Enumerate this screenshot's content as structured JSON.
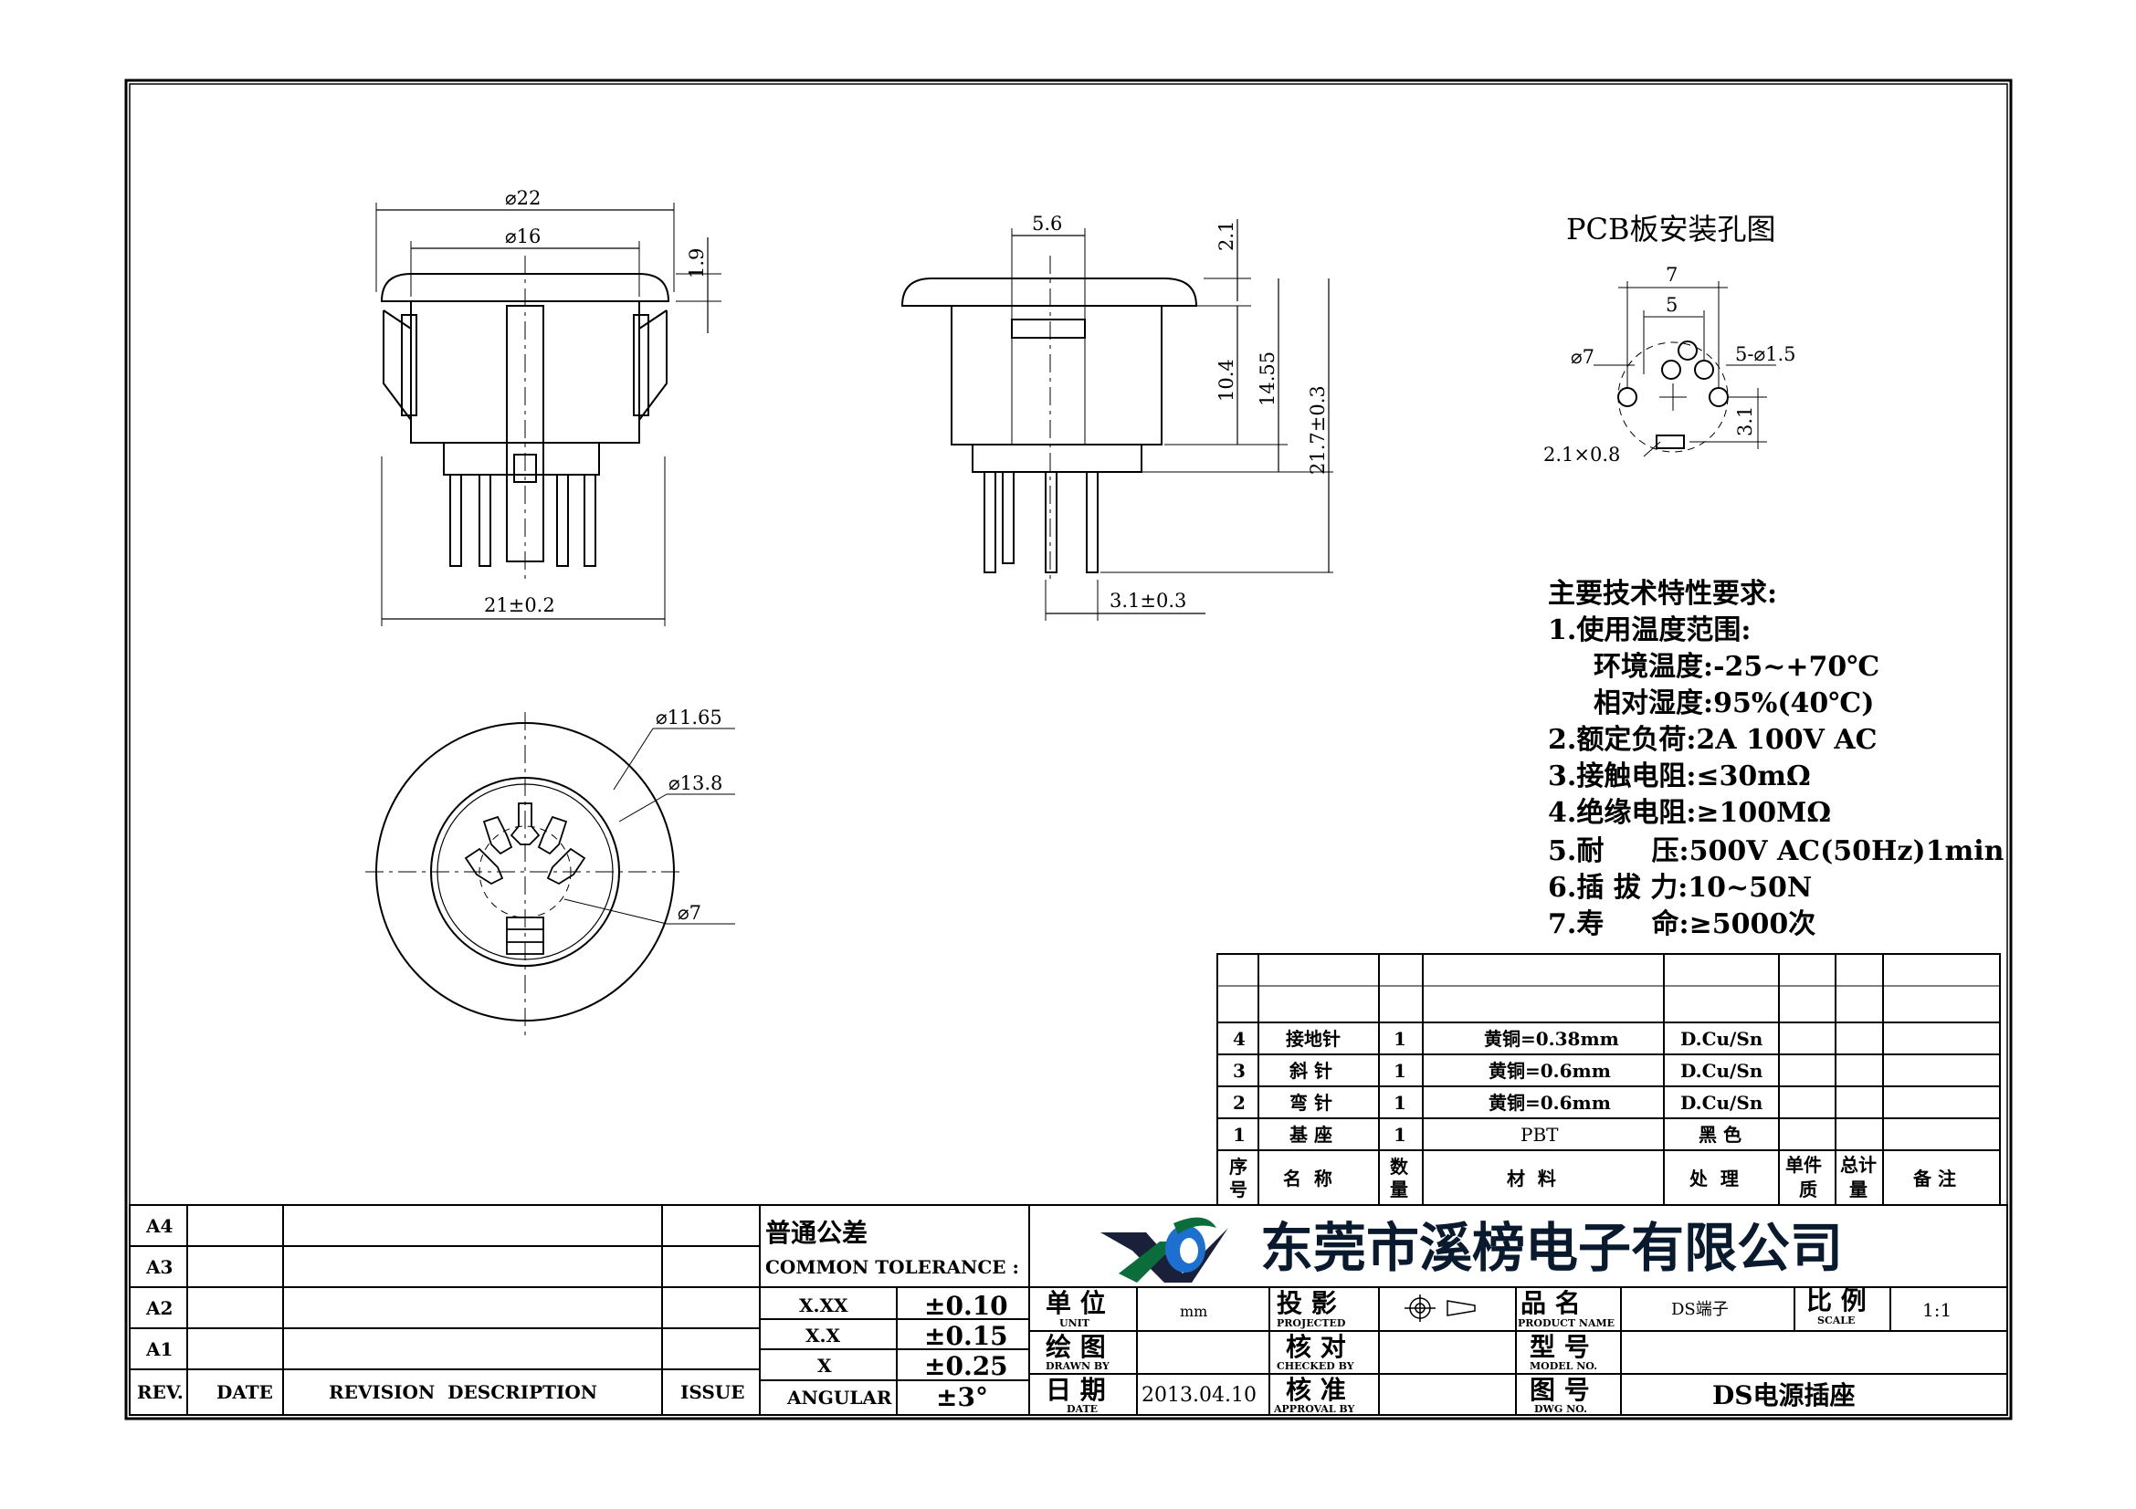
{
  "views": {
    "front": {
      "d_outer": "⌀22",
      "d_inner": "⌀16",
      "flange": "1.9",
      "width": "21±0.2"
    },
    "side": {
      "pin_gap": "5.6",
      "top": "2.1",
      "body": "10.4",
      "overall": "14.55",
      "total": "21.7±0.3",
      "pin_len": "3.1±0.3"
    },
    "bottom": {
      "d1": "⌀11.65",
      "d2": "⌀13.8",
      "d3": "⌀7"
    }
  },
  "pcb": {
    "title": "PCB板安装孔图",
    "w7": "7",
    "w5": "5",
    "d7": "⌀7",
    "holes": "5-⌀1.5",
    "h31": "3.1",
    "slot": "2.1×0.8"
  },
  "specs": {
    "title": "主要技术特性要求:",
    "lines": [
      "1.使用温度范围:",
      "环境温度:-25~+70℃",
      "相对湿度:95%(40℃)",
      "2.额定负荷:2A 100V AC",
      "3.接触电阻:≤30mΩ",
      "4.绝缘电阻:≥100MΩ",
      "5.耐     压:500V AC(50Hz)1min",
      "6.插 拔 力:10~50N",
      "7.寿     命:≥5000次"
    ]
  },
  "bom": {
    "rows": [
      {
        "no": "4",
        "name": "接地针",
        "qty": "1",
        "mat": "黄铜=0.38mm",
        "finish": "D.Cu/Sn"
      },
      {
        "no": "3",
        "name": "斜 针",
        "qty": "1",
        "mat": "黄铜=0.6mm",
        "finish": "D.Cu/Sn"
      },
      {
        "no": "2",
        "name": "弯 针",
        "qty": "1",
        "mat": "黄铜=0.6mm",
        "finish": "D.Cu/Sn"
      },
      {
        "no": "1",
        "name": "基 座",
        "qty": "1",
        "mat": "PBT",
        "finish": "黑 色"
      }
    ],
    "header": {
      "no1": "序",
      "no2": "号",
      "name": "名  称",
      "qty1": "数",
      "qty2": "量",
      "mat": "材  料",
      "finish": "处  理",
      "w1": "单件",
      "w2": "质",
      "tot1": "总计",
      "tot2": "量",
      "note": "备 注"
    }
  },
  "revision": {
    "rows": [
      "A4",
      "A3",
      "A2",
      "A1"
    ],
    "rev": "REV.",
    "date": "DATE",
    "desc": "REVISION  DESCRIPTION",
    "issue": "ISSUE"
  },
  "tolerance": {
    "title": "普通公差",
    "subtitle": "COMMON TOLERANCE :",
    "rows": [
      {
        "k": "X.XX",
        "v": "±0.10"
      },
      {
        "k": "X.X",
        "v": "±0.15"
      },
      {
        "k": "X",
        "v": "±0.25"
      },
      {
        "k": "ANGULAR",
        "v": "±3°"
      }
    ]
  },
  "company": "东莞市溪榜电子有限公司",
  "titleblock": {
    "unit_cn": "单 位",
    "unit_en": "UNIT",
    "unit_val": "mm",
    "proj_cn": "投 影",
    "proj_en": "PROJECTED",
    "name_cn": "品 名",
    "name_en": "PRODUCT NAME",
    "name_val": "DS端子",
    "scale_cn": "比 例",
    "scale_en": "SCALE",
    "scale_val": "1:1",
    "drawn_cn": "绘 图",
    "drawn_en": "DRAWN BY",
    "check_cn": "核 对",
    "check_en": "CHECKED BY",
    "model_cn": "型 号",
    "model_en": "MODEL NO.",
    "date_cn": "日 期",
    "date_en": "DATE",
    "date_val": "2013.04.10",
    "appr_cn": "核 准",
    "appr_en": "APPROVAL BY",
    "dwg_cn": "图 号",
    "dwg_en": "DWG NO.",
    "dwg_val": "DS电源插座"
  }
}
